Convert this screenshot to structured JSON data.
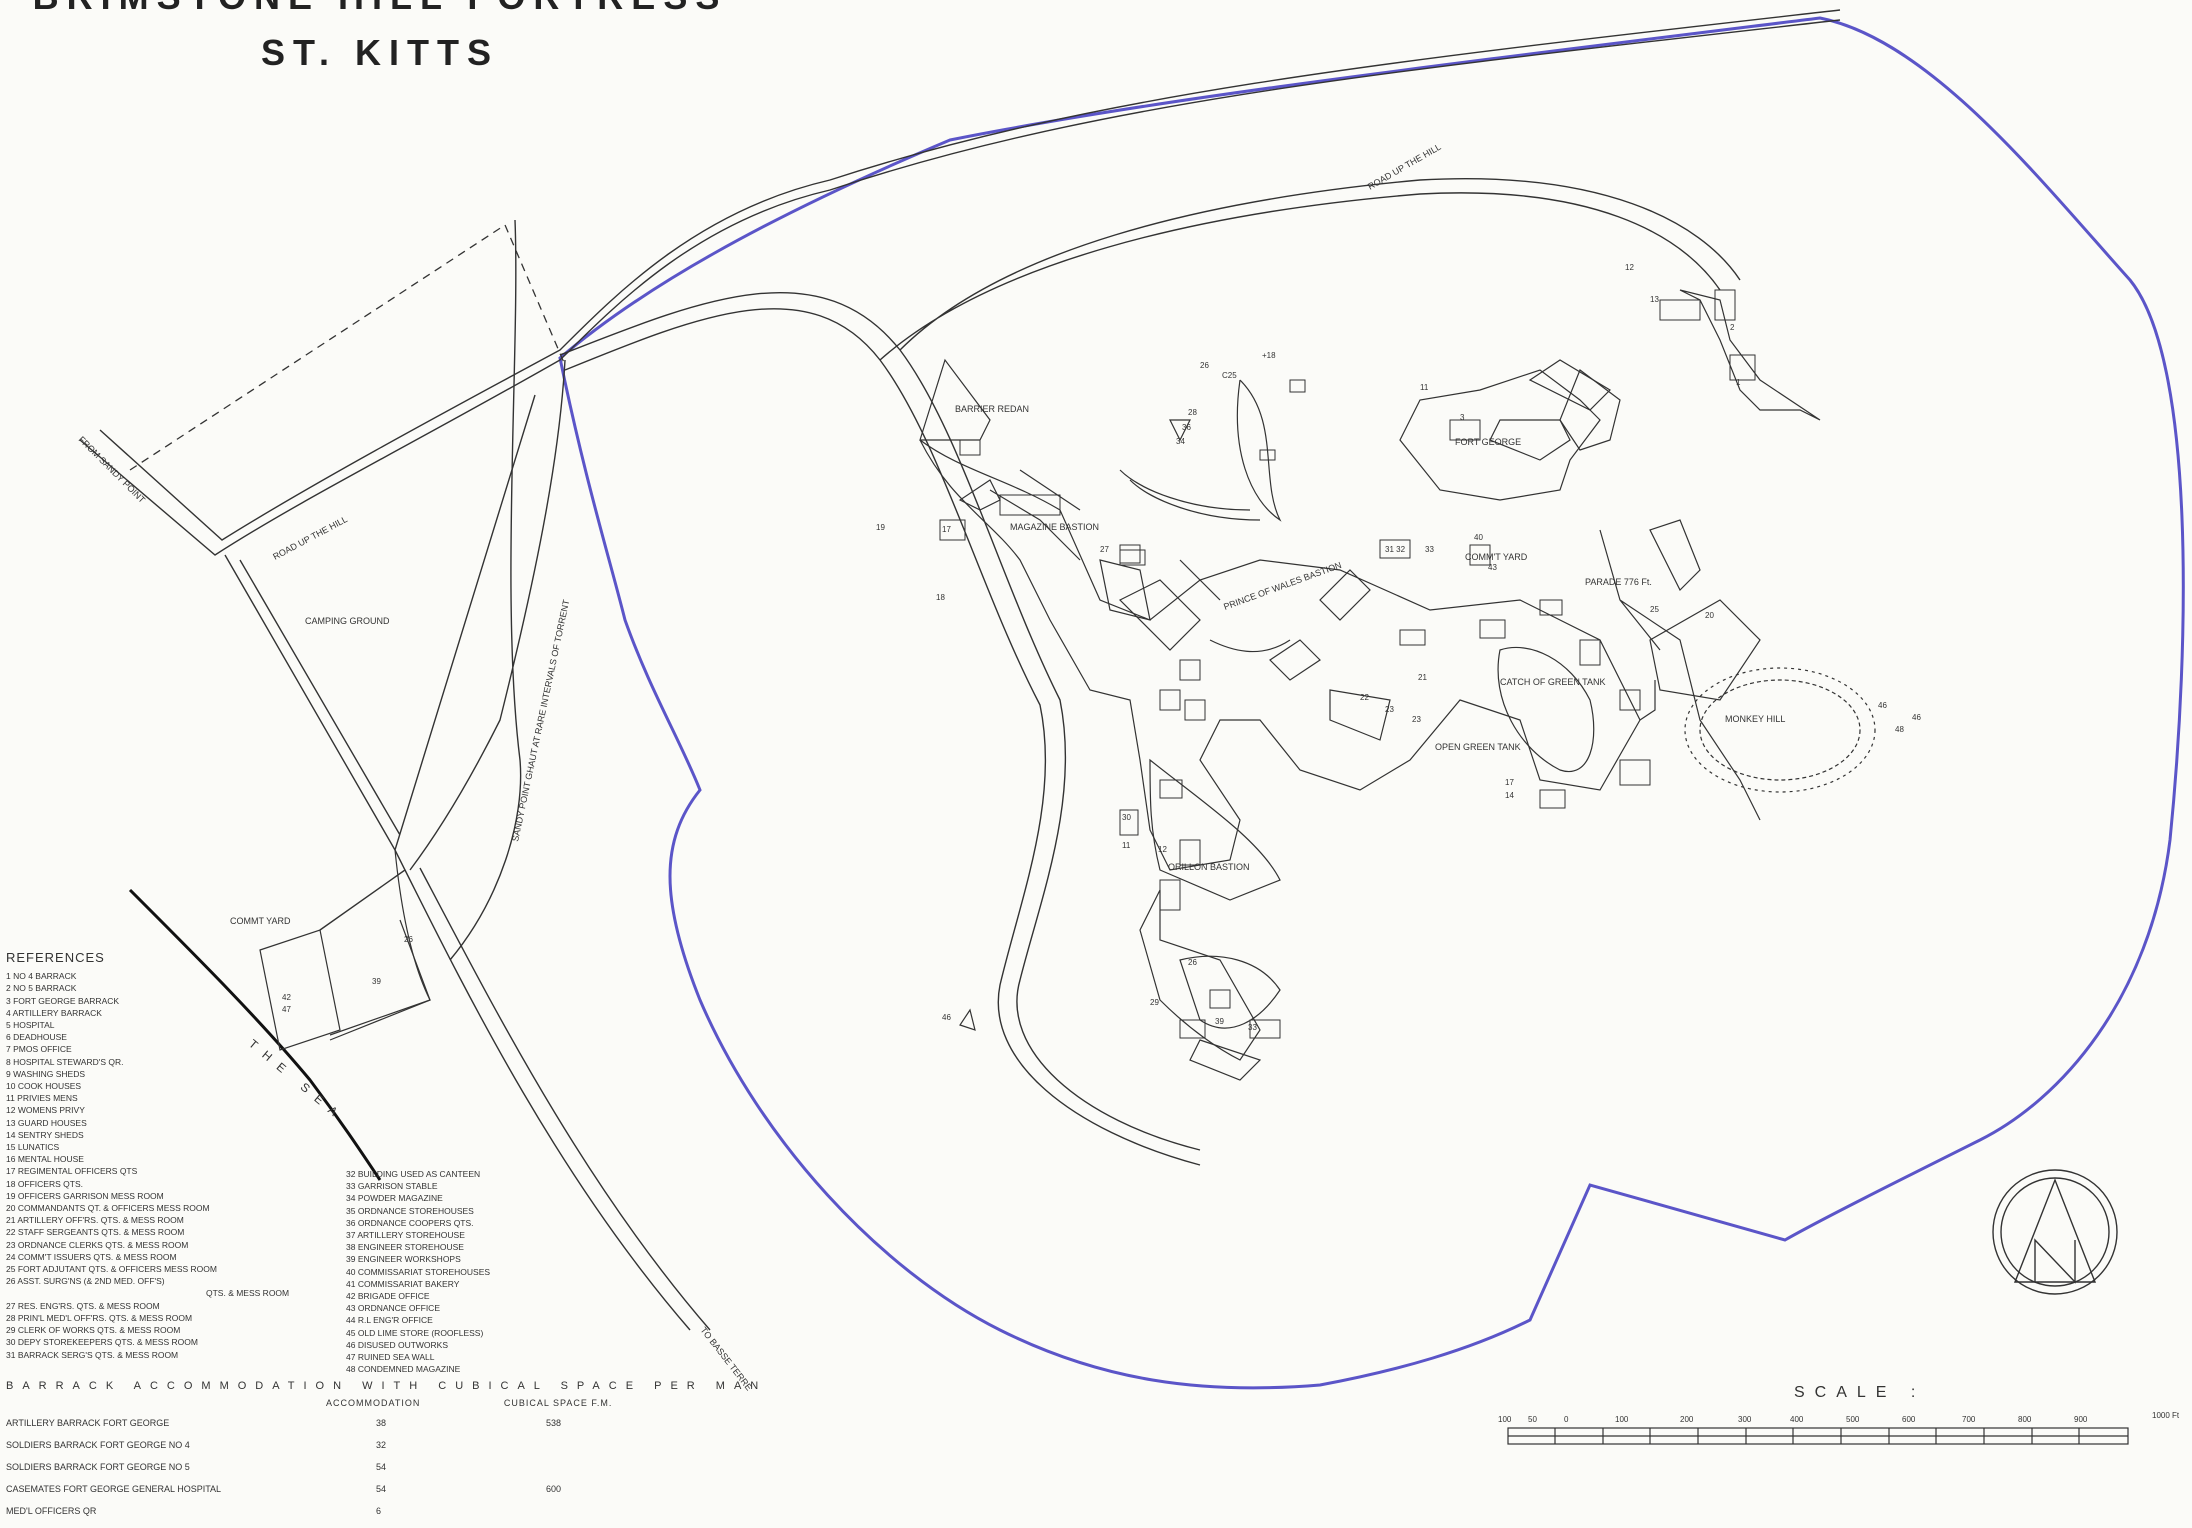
{
  "title": {
    "line1": "BRIMSTONE HILL FORTRESS",
    "line2": "ST. KITTS"
  },
  "map_labels": {
    "from_sandy_point": "FROM SANDY POINT",
    "road_up_hill_left": "ROAD UP THE HILL",
    "road_up_hill_top": "ROAD UP THE HILL",
    "camping_ground": "CAMPING GROUND",
    "ghaut": "SANDY POINT GHAUT AT RARE INTERVALS OF TORRENT",
    "the_sea": "THE SEA",
    "to_basseterre": "TO BASSE TERRE",
    "commt_yard": "COMMT YARD",
    "barrier_redan": "BARRIER REDAN",
    "magazine_bastion": "MAGAZINE BASTION",
    "fort_george": "FORT GEORGE",
    "parade": "PARADE 776 Ft.",
    "prince_of_wales_bastion": "PRINCE OF WALES BASTION",
    "catch_of_green_tank": "CATCH OF GREEN TANK",
    "open_green_tank": "OPEN GREEN TANK",
    "orillon_bastion": "ORILLON BASTION",
    "monkey_hill": "MONKEY HILL",
    "commt_yard_2": "COMM'T YARD"
  },
  "references": {
    "heading": "REFERENCES",
    "col1": [
      "1 NO 4 BARRACK",
      "2 NO 5 BARRACK",
      "3 FORT GEORGE BARRACK",
      "4 ARTILLERY BARRACK",
      "5 HOSPITAL",
      "6 DEADHOUSE",
      "7 PMOS OFFICE",
      "8 HOSPITAL STEWARD'S QR.",
      "9 WASHING SHEDS",
      "10 COOK HOUSES",
      "11 PRIVIES MENS",
      "12 WOMENS PRIVY",
      "13 GUARD HOUSES",
      "14 SENTRY SHEDS",
      "15 LUNATICS",
      "16 MENTAL HOUSE",
      "17 REGIMENTAL OFFICERS QTS",
      "18 OFFICERS QTS.",
      "19 OFFICERS GARRISON MESS ROOM",
      "20 COMMANDANTS QT. & OFFICERS MESS ROOM",
      "21 ARTILLERY OFF'RS. QTS. & MESS ROOM",
      "22 STAFF SERGEANTS QTS. & MESS ROOM",
      "23 ORDNANCE CLERKS QTS. & MESS ROOM",
      "24 COMM'T ISSUERS QTS. & MESS ROOM",
      "25 FORT ADJUTANT QTS. & OFFICERS MESS ROOM",
      "26 ASST. SURG'NS (& 2nd MED. OFF'S)",
      "QTS. & MESS ROOM",
      "27 RES. ENG'RS. QTS. & MESS ROOM",
      "28 PRIN'L MED'L OFF'RS. QTS. & MESS ROOM",
      "29 CLERK OF WORKS QTS. & MESS ROOM",
      "30 DEPY STOREKEEPERS QTS. & MESS ROOM",
      "31 BARRACK SERG'S QTS. & MESS ROOM"
    ],
    "col2": [
      "32 BUILDING USED AS CANTEEN",
      "33 GARRISON STABLE",
      "34 POWDER MAGAZINE",
      "35 ORDNANCE STOREHOUSES",
      "36 ORDNANCE COOPERS QTS.",
      "37 ARTILLERY STOREHOUSE",
      "38 ENGINEER STOREHOUSE",
      "39 ENGINEER WORKSHOPS",
      "40 COMMISSARIAT STOREHOUSES",
      "41 COMMISSARIAT BAKERY",
      "42 BRIGADE OFFICE",
      "43 ORDNANCE OFFICE",
      "44 R.L ENG'R OFFICE",
      "45 OLD LIME STORE (ROOFLESS)",
      "46 DISUSED OUTWORKS",
      "47 RUINED SEA WALL",
      "48 CONDEMNED MAGAZINE"
    ]
  },
  "accommodation": {
    "heading": "BARRACK ACCOMMODATION WITH CUBICAL SPACE PER MAN",
    "col_accommodation": "ACCOMMODATION",
    "col_space": "CUBICAL SPACE F.M.",
    "rows": [
      {
        "name": "ARTILLERY BARRACK FORT GEORGE",
        "accommodation": "38",
        "space": "538"
      },
      {
        "name": "SOLDIERS BARRACK FORT GEORGE NO 4",
        "accommodation": "32",
        "space": ""
      },
      {
        "name": "SOLDIERS BARRACK FORT GEORGE NO 5",
        "accommodation": "54",
        "space": ""
      },
      {
        "name": "CASEMATES FORT GEORGE GENERAL HOSPITAL",
        "accommodation": "54",
        "space": "600"
      },
      {
        "name": "MED'L OFFICERS QR",
        "accommodation": "6",
        "space": ""
      }
    ]
  },
  "scale": {
    "caption": "SCALE :",
    "ticks": [
      "100",
      "50",
      "0",
      "100",
      "200",
      "300",
      "400",
      "500",
      "600",
      "700",
      "800",
      "900",
      "1000 Ft"
    ]
  },
  "building_numbers": [
    {
      "t": "12"
    },
    {
      "t": "13"
    },
    {
      "t": "2"
    },
    {
      "t": "1"
    },
    {
      "t": "11"
    },
    {
      "t": "3"
    },
    {
      "t": "40"
    },
    {
      "t": "31 32"
    },
    {
      "t": "33"
    },
    {
      "t": "43"
    },
    {
      "t": "25"
    },
    {
      "t": "20"
    },
    {
      "t": "46"
    },
    {
      "t": "46"
    },
    {
      "t": "26"
    },
    {
      "t": "C25"
    },
    {
      "t": "28"
    },
    {
      "t": "36"
    },
    {
      "t": "34"
    },
    {
      "t": "19"
    },
    {
      "t": "17"
    },
    {
      "t": "18"
    },
    {
      "t": "27"
    },
    {
      "t": "21"
    },
    {
      "t": "22"
    },
    {
      "t": "23"
    },
    {
      "t": "23"
    },
    {
      "t": "17"
    },
    {
      "t": "14"
    },
    {
      "t": "30"
    },
    {
      "t": "11"
    },
    {
      "t": "12"
    },
    {
      "t": "26"
    },
    {
      "t": "29"
    },
    {
      "t": "39"
    },
    {
      "t": "33"
    },
    {
      "t": "46"
    },
    {
      "t": "42"
    },
    {
      "t": "47"
    },
    {
      "t": "26"
    },
    {
      "t": "39"
    },
    {
      "t": "+18"
    },
    {
      "t": "48"
    }
  ],
  "colors": {
    "boundary": "#5b55c8",
    "ink": "#333333",
    "paper": "#fbfbf8"
  }
}
